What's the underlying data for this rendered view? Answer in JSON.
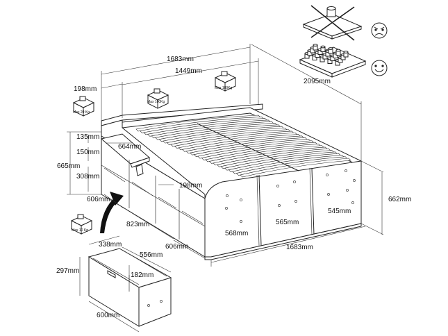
{
  "dimensions": {
    "total_width_top": "1683mm",
    "inner_width_top": "1449mm",
    "length": "2095mm",
    "shelf_depth": "198mm",
    "top_shelf_height": "135mm",
    "mid_height": "150mm",
    "total_height_left": "665mm",
    "lower_height": "308mm",
    "desk_width": "664mm",
    "inner_shelf": "198mm",
    "desk_depth": "606mm",
    "open_width": "823mm",
    "front_depth": "606mm",
    "front_panel_1": "568mm",
    "front_panel_2": "565mm",
    "front_panel_3": "545mm",
    "total_height_right": "662mm",
    "total_width_bottom": "1683mm",
    "drawer_inner": "338mm",
    "drawer_depth": "556mm",
    "drawer_height": "297mm",
    "drawer_inner_height": "182mm",
    "drawer_width": "600mm"
  },
  "weights": {
    "slats_left": "Max 100Kg",
    "slats_right": "Max 100Kg",
    "desk": "Max 20  Kg",
    "drawer": "Max 10  Kg"
  },
  "icons": {
    "wrong_setup": "angry-face-icon",
    "right_setup": "happy-face-icon"
  }
}
